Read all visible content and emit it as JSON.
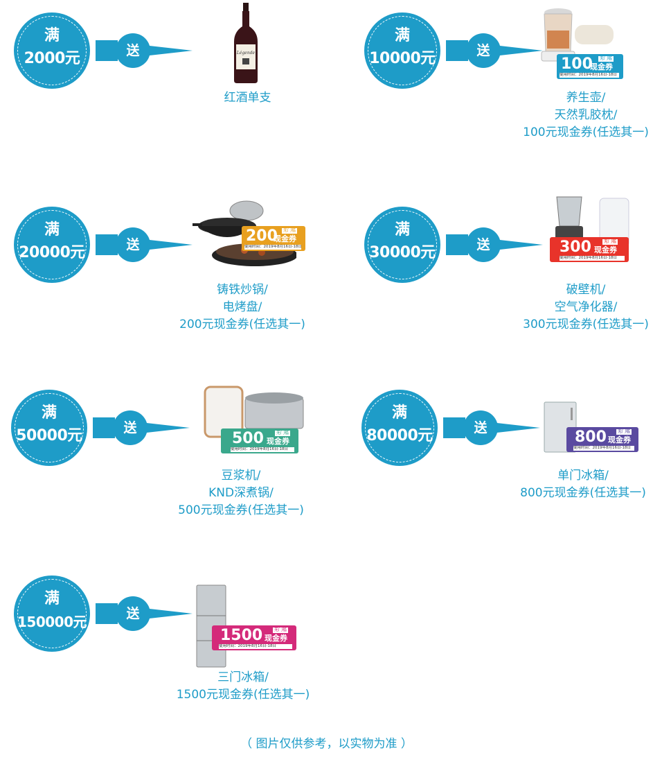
{
  "colors": {
    "primary": "#1e9cc8",
    "coupon_orange": "#e8a020",
    "coupon_red": "#e8332a",
    "coupon_green": "#3aa88c",
    "coupon_purple": "#5a4aa0",
    "coupon_pink": "#d42a7a"
  },
  "send_label": "送",
  "man_label": "满",
  "coupon_text": {
    "unit": "现金券",
    "tag": "无门槛",
    "date": "使用时间：2019年8月16日-18日"
  },
  "tiers": [
    {
      "amount": "2000元",
      "caption": [
        "红酒单支"
      ],
      "coupon": null,
      "icon": "wine-bottle-icon"
    },
    {
      "amount": "10000元",
      "caption": [
        "养生壶/",
        "天然乳胶枕/",
        "100元现金券(任选其一)"
      ],
      "coupon": "100",
      "icon": "health-pot-icon"
    },
    {
      "amount": "20000元",
      "caption": [
        "铸铁炒锅/",
        "电烤盘/",
        "200元现金券(任选其一)"
      ],
      "coupon": "200",
      "icon": "wok-icon"
    },
    {
      "amount": "30000元",
      "caption": [
        "破壁机/",
        "空气净化器/",
        "300元现金券(任选其一)"
      ],
      "coupon": "300",
      "icon": "blender-icon"
    },
    {
      "amount": "50000元",
      "caption": [
        "豆浆机/",
        "KND深煮锅/",
        "500元现金券(任选其一)"
      ],
      "coupon": "500",
      "icon": "soymilk-maker-icon"
    },
    {
      "amount": "80000元",
      "caption": [
        "单门冰箱/",
        "800元现金券(任选其一)"
      ],
      "coupon": "800",
      "icon": "mini-fridge-icon"
    },
    {
      "amount": "150000元",
      "caption": [
        "三门冰箱/",
        "1500元现金券(任选其一)"
      ],
      "coupon": "1500",
      "icon": "fridge-icon"
    }
  ],
  "footer": "（ 图片仅供参考，以实物为准 ）"
}
